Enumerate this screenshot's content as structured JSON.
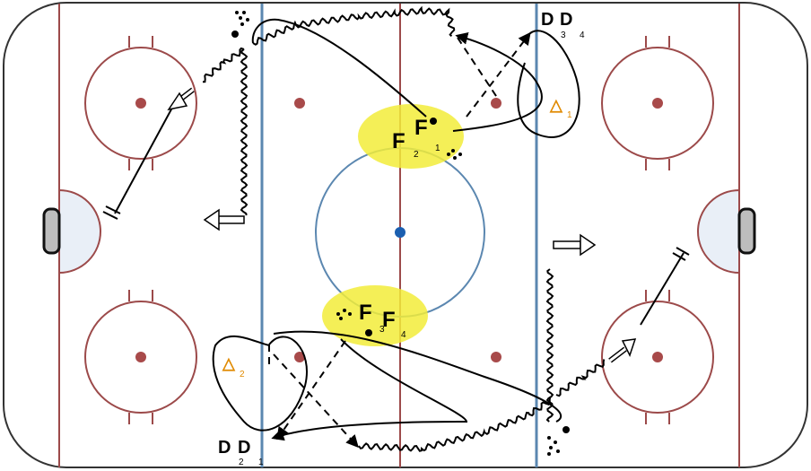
{
  "colors": {
    "board": "#333333",
    "red_line": "#9c4a4a",
    "blue_line": "#5b87b0",
    "center_dot": "#1b5fb0",
    "faceoff_dot": "#a84a4a",
    "highlight": "#f2ec3a",
    "cone": "#e08a00",
    "crease": "#e9eff7",
    "net": "#bdbdbd",
    "route": "#000000"
  },
  "players": {
    "top": [
      {
        "letter": "F",
        "sub": "2"
      },
      {
        "letter": "F",
        "sub": "1"
      },
      {
        "letter": "D",
        "sub": "3"
      },
      {
        "letter": "D",
        "sub": "4"
      }
    ],
    "bottom": [
      {
        "letter": "F",
        "sub": "3"
      },
      {
        "letter": "F",
        "sub": "4"
      },
      {
        "letter": "D",
        "sub": "2"
      },
      {
        "letter": "D",
        "sub": "1"
      }
    ]
  },
  "cones": [
    {
      "glyph": "△",
      "sub": "1"
    },
    {
      "glyph": "△",
      "sub": "2"
    }
  ]
}
